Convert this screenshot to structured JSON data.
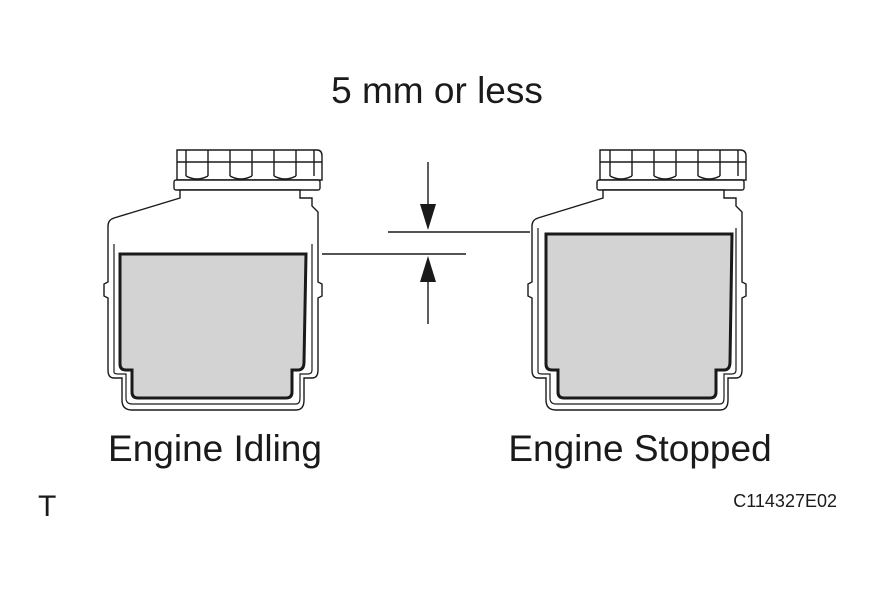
{
  "diagram": {
    "measurement_label": "5 mm or less",
    "left_reservoir_label": "Engine Idling",
    "right_reservoir_label": "Engine Stopped",
    "corner_mark": "T",
    "figure_code": "C114327E02",
    "fluid_color": "#d3d3d3",
    "outline_color": "#1a1a1a"
  }
}
